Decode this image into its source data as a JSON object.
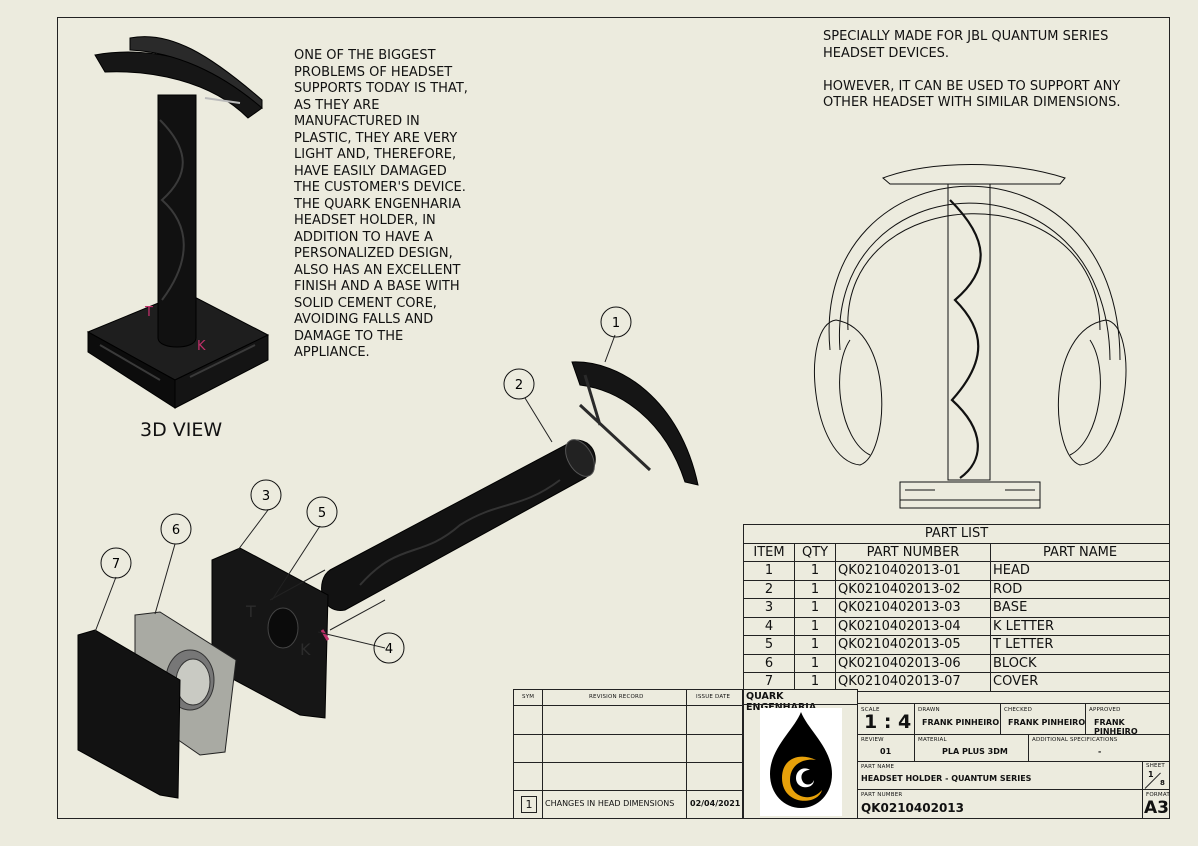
{
  "description": "ONE OF THE BIGGEST\nPROBLEMS OF HEADSET\nSUPPORTS TODAY IS THAT,\nAS THEY ARE\nMANUFACTURED IN\nPLASTIC, THEY ARE VERY\nLIGHT AND, THEREFORE,\nHAVE EASILY DAMAGED\nTHE CUSTOMER'S DEVICE.\nTHE QUARK ENGENHARIA\nHEADSET HOLDER, IN\nADDITION TO HAVE A\nPERSONALIZED DESIGN,\nALSO HAS AN EXCELLENT\nFINISH AND A BASE WITH\nSOLID CEMENT CORE,\nAVOIDING FALLS AND\nDAMAGE TO THE\nAPPLIANCE.",
  "note": "SPECIALLY MADE FOR JBL QUANTUM SERIES\nHEADSET DEVICES.\n\nHOWEVER, IT CAN BE USED TO SUPPORT ANY\nOTHER HEADSET WITH SIMILAR DIMENSIONS.",
  "view_label": "3D VIEW",
  "balloons": [
    "1",
    "2",
    "3",
    "4",
    "5",
    "6",
    "7"
  ],
  "base_letters": [
    "T",
    "K"
  ],
  "part_list": {
    "title": "PART LIST",
    "headers": [
      "ITEM",
      "QTY",
      "PART NUMBER",
      "PART NAME"
    ],
    "rows": [
      [
        "1",
        "1",
        "QK0210402013-01",
        "HEAD"
      ],
      [
        "2",
        "1",
        "QK0210402013-02",
        "ROD"
      ],
      [
        "3",
        "1",
        "QK0210402013-03",
        "BASE"
      ],
      [
        "4",
        "1",
        "QK0210402013-04",
        "K LETTER"
      ],
      [
        "5",
        "1",
        "QK0210402013-05",
        "T LETTER"
      ],
      [
        "6",
        "1",
        "QK0210402013-06",
        "BLOCK"
      ],
      [
        "7",
        "1",
        "QK0210402013-07",
        "COVER"
      ]
    ]
  },
  "revision": {
    "headers": {
      "sym": "SYM",
      "record": "REVISION RECORD",
      "date": "ISSUE DATE"
    },
    "entry": {
      "sym": "1",
      "record": "CHANGES IN HEAD DIMENSIONS",
      "date": "02/04/2021"
    }
  },
  "title_block": {
    "company": "QUARK ENGENHARIA",
    "scale_label": "SCALE",
    "scale": "1 : 4",
    "drawn_label": "DRAWN",
    "drawn": "FRANK PINHEIRO",
    "checked_label": "CHECKED",
    "checked": "FRANK PINHEIRO",
    "approved_label": "APPROVED",
    "approved": "FRANK PINHEIRO",
    "review_label": "REVIEW",
    "review": "01",
    "material_label": "MATERIAL",
    "material": "PLA PLUS 3DM",
    "spec_label": "ADDITIONAL SPECIFICATIONS",
    "spec": "-",
    "part_name_label": "PART NAME",
    "part_name": "HEADSET HOLDER - QUANTUM SERIES",
    "sheet_label": "SHEET",
    "sheet_num": "1",
    "sheet_total": "8",
    "part_number_label": "PART NUMBER",
    "part_number": "QK0210402013",
    "format_label": "FORMAT",
    "format": "A3"
  },
  "colors": {
    "paper": "#ecebde",
    "ink": "#111111",
    "part": "#151515",
    "accent_gold": "#e7a10a",
    "block": "#a9aaa3"
  }
}
